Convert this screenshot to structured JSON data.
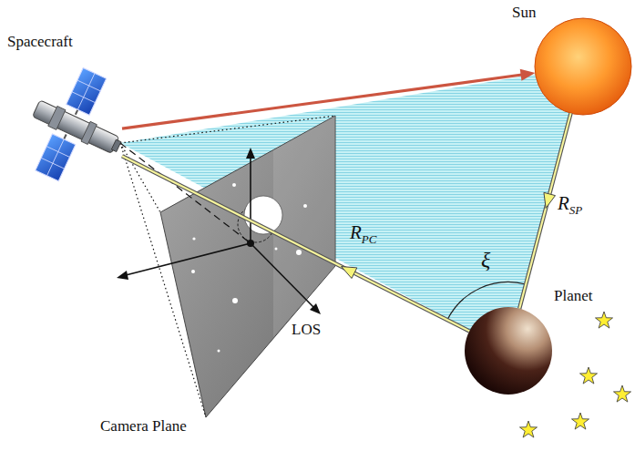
{
  "diagram": {
    "nodes": [
      {
        "text": [
          "Spacecraft"
        ]
      },
      {
        "text": [
          "Sun"
        ]
      },
      {
        "text": [
          "Planet"
        ]
      }
    ],
    "edges": [
      {
        "from": 0,
        "to": 1,
        "arrow": "to"
      },
      {
        "from": 1,
        "to": 2,
        "label": "RSP",
        "arrow": "to"
      },
      {
        "from": 2,
        "to": 0,
        "label": "RPC",
        "arrow": "to"
      }
    ],
    "labels": [
      "ξ",
      "LOS",
      "Camera Plane"
    ]
  }
}
